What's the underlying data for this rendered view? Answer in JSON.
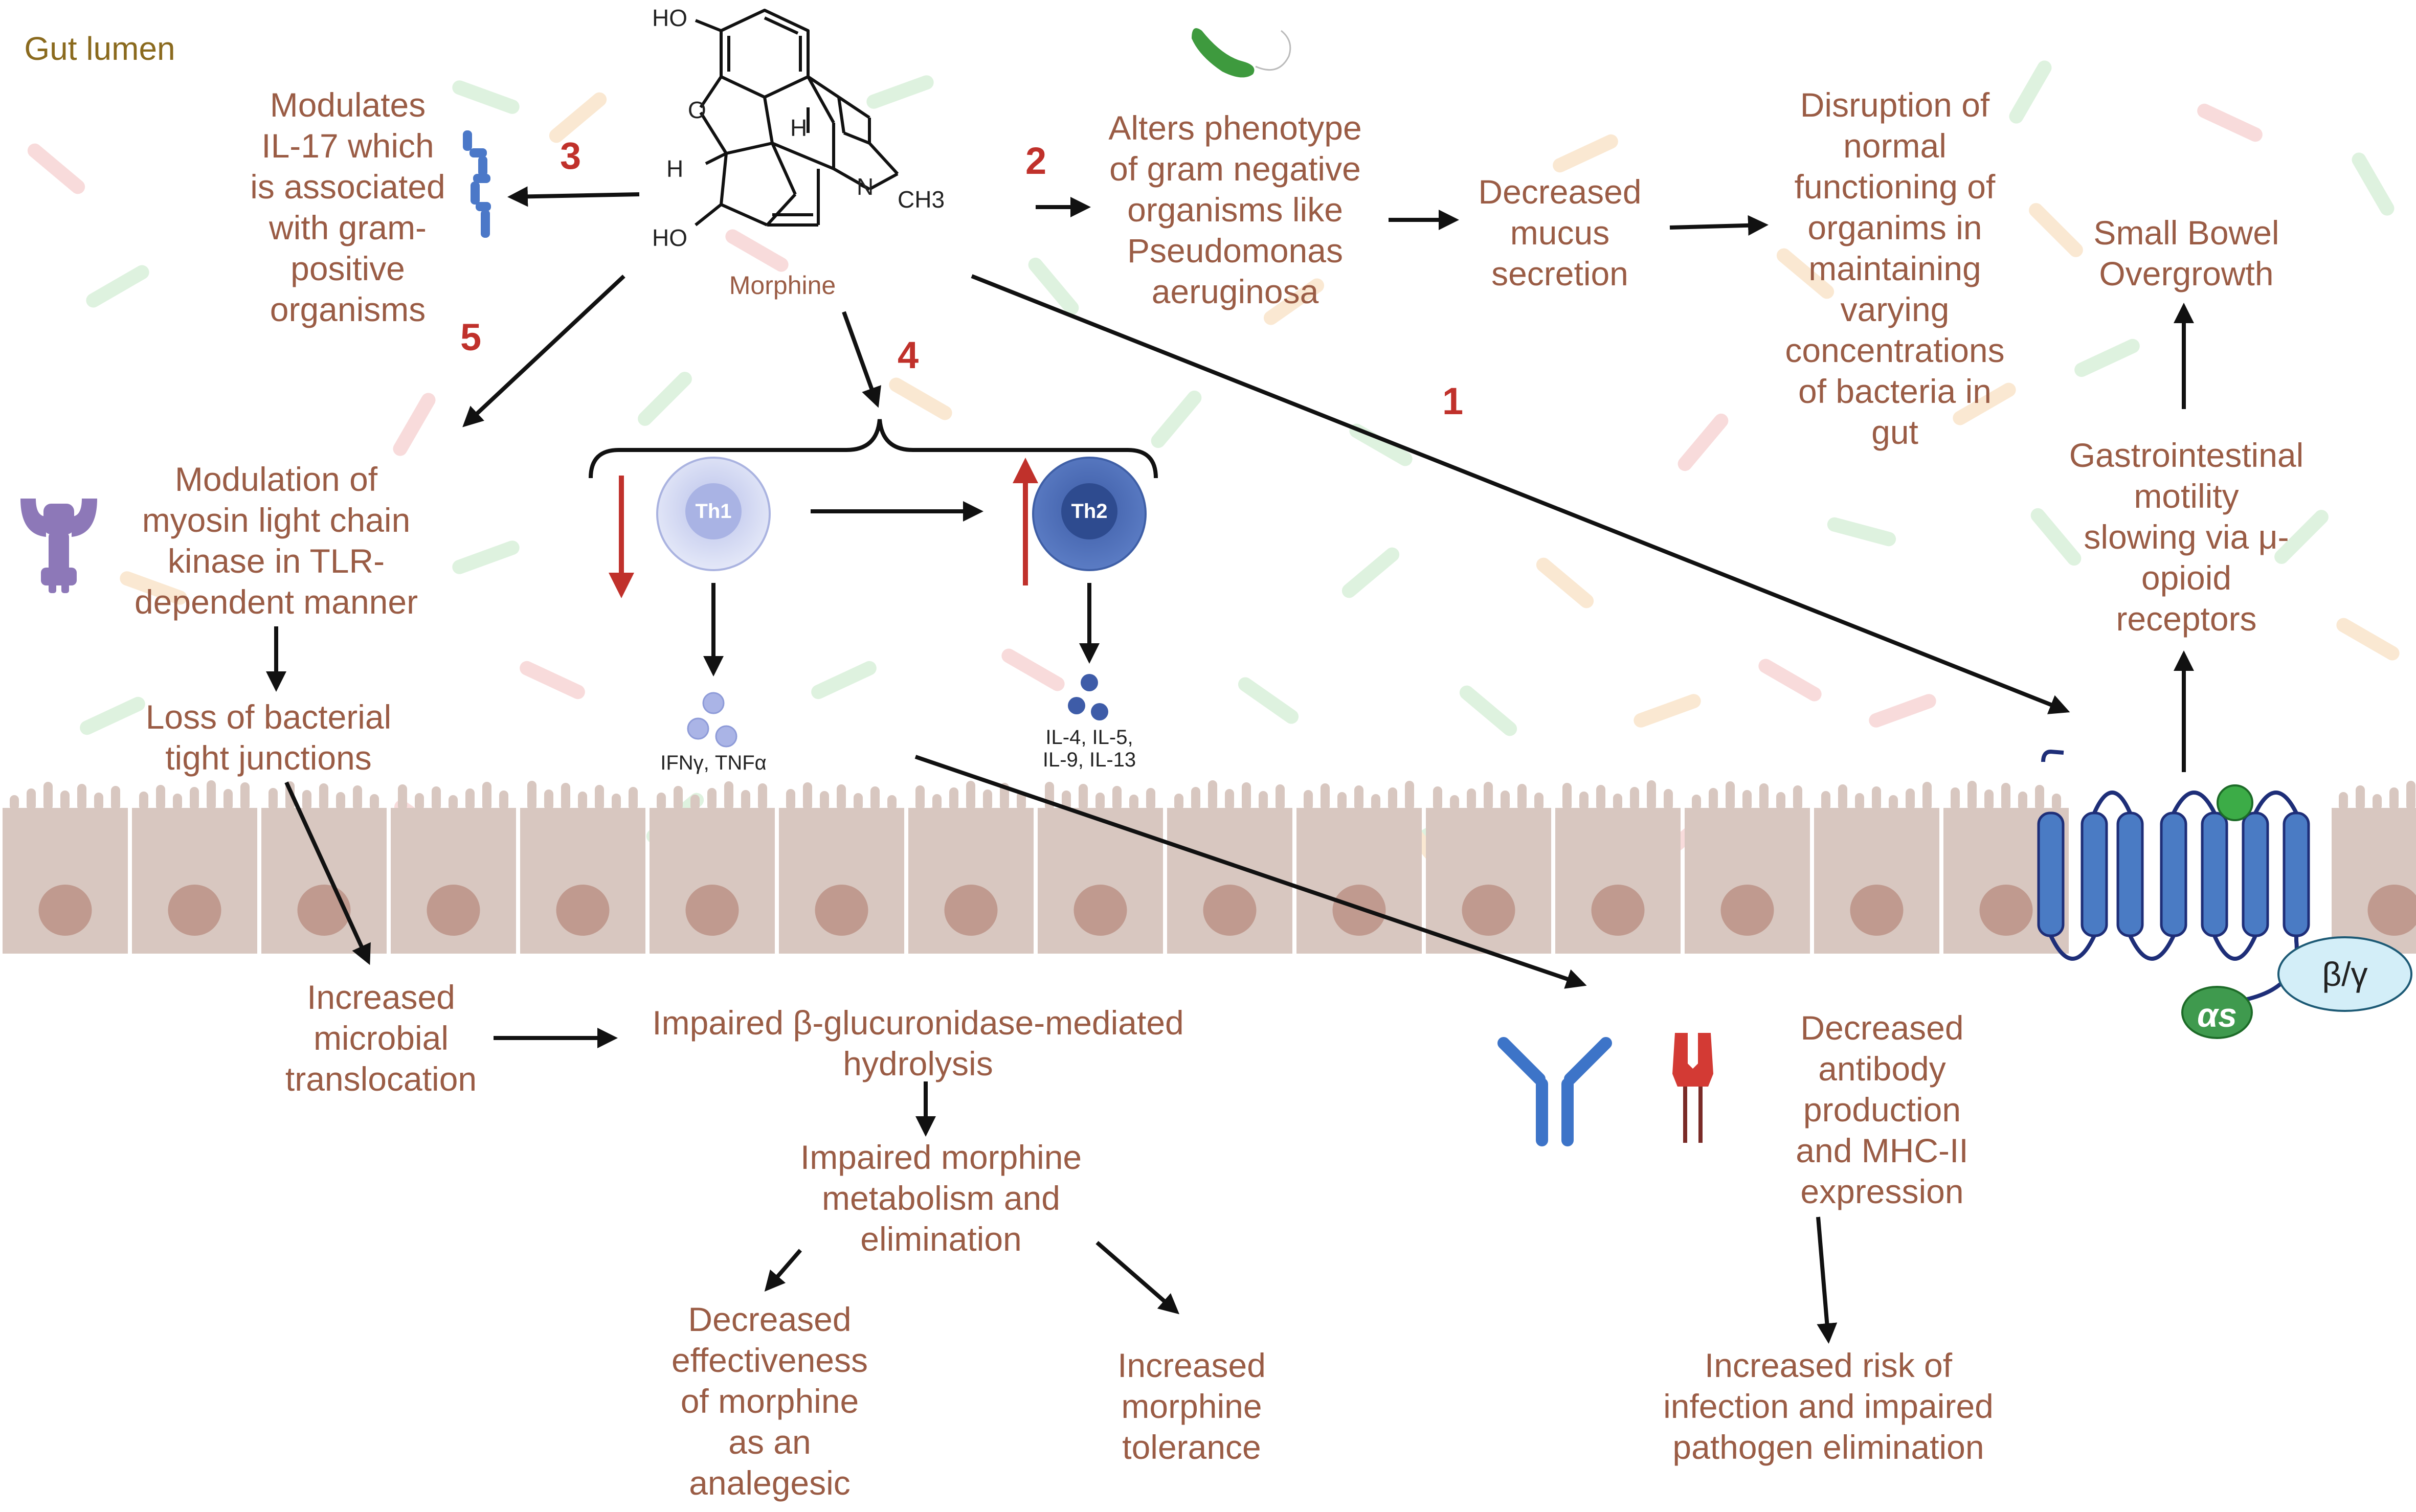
{
  "region_label": "Gut lumen",
  "molecule": {
    "name": "Morphine",
    "atoms": {
      "ho_top": "HO",
      "o": "O",
      "h_left": "H",
      "h_center": "H",
      "n": "N",
      "ch3": "CH3",
      "ho_bottom": "HO"
    }
  },
  "pathway_numbers": [
    "1",
    "2",
    "3",
    "4",
    "5"
  ],
  "labels": {
    "il17": "Modulates\nIL-17 which\nis associated\nwith gram-\npositive\norganisms",
    "gram_negative": "Alters phenotype\nof gram negative\norganisms like\nPseudomonas\naeruginosa",
    "mucus": "Decreased\nmucus\nsecretion",
    "disruption": "Disruption of\nnormal\nfunctioning of\norganims in\nmaintaining\nvarying\nconcentrations\nof bacteria in\ngut",
    "small_bowel": "Small Bowel\nOvergrowth",
    "gi_motility": "Gastrointestinal\nmotility\nslowing via μ-\nopioid\nreceptors",
    "mlck": "Modulation of\nmyosin light chain\nkinase in TLR-\ndependent manner",
    "tight_junctions": "Loss of bacterial\ntight junctions",
    "translocation": "Increased\nmicrobial\ntranslocation",
    "glucuronidase": "Impaired β-glucuronidase-mediated\nhydrolysis",
    "metabolism": "Impaired morphine\nmetabolism and\nelimination",
    "effectiveness": "Decreased\neffectiveness\nof morphine\nas an\nanalegesic",
    "tolerance": "Increased\nmorphine\ntolerance",
    "antibody": "Decreased\nantibody\nproduction\nand MHC-II\nexpression",
    "infection": "Increased risk of\ninfection and impaired\npathogen elimination"
  },
  "cells": {
    "th1": "Th1",
    "th2": "Th2",
    "th1_cytokines": "IFNγ, TNFα",
    "th2_cytokines": "IL-4, IL-5,\nIL-9, IL-13"
  },
  "receptor": {
    "alpha": "αs",
    "beta_gamma": "β/γ"
  },
  "colors": {
    "text": "#9a5c45",
    "number": "#c0312b",
    "region": "#8a6a1e",
    "arrow": "#111111",
    "cell_fill": "#d8c7c0",
    "nucleus": "#c09a8f",
    "receptor": "#4a7bc4",
    "alpha_subunit": "#3f9a4e",
    "beta_gamma": "#d3eef8",
    "th1": "#c7cdef",
    "th2": "#4f6fb5"
  },
  "icons": [
    "bacteria-icon",
    "il17-protein-icon",
    "myosin-kinase-icon",
    "antibody-icon",
    "mhc-ii-icon",
    "gpcr-receptor-icon"
  ]
}
